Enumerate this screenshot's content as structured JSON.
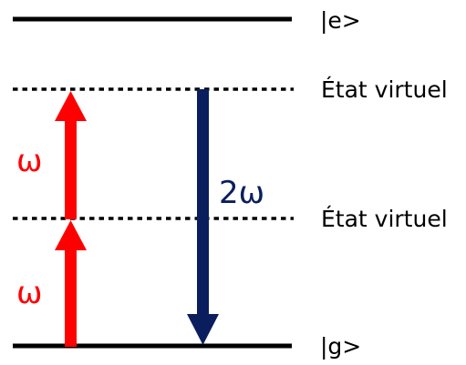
{
  "levels": {
    "excited": "|e>",
    "virtual_upper": "État virtuel",
    "virtual_lower": "État virtuel",
    "ground": "|g>"
  },
  "transitions": {
    "absorption_1": "ω",
    "absorption_2": "ω",
    "emission": "2ω"
  },
  "colors": {
    "absorption": "#ff0000",
    "emission": "#0a1e5e",
    "levels": "#000000"
  }
}
